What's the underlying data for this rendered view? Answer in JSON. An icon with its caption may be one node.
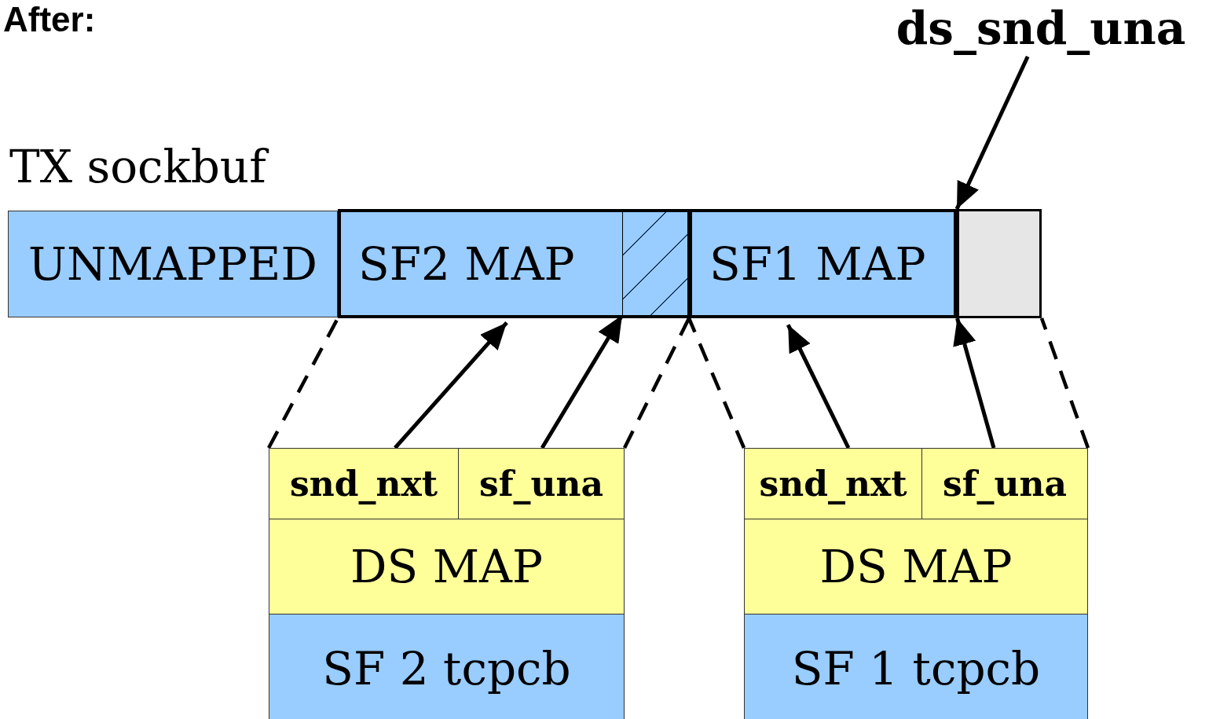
{
  "diagram": {
    "title": "After:",
    "nodes": [
      {
        "text": [
          "UNMAPPED"
        ]
      },
      {
        "text": [
          "SF2 MAP"
        ]
      },
      {
        "text": [],
        "shape": "box",
        "in": 1
      },
      {
        "text": [
          "SF1 MAP"
        ]
      },
      {
        "text": [],
        "shape": "box"
      },
      {
        "text": [
          "ds_snd_una"
        ]
      },
      {
        "text": [
          "snd_nxt"
        ]
      },
      {
        "text": [
          "sf_una"
        ]
      },
      {
        "text": [
          "DS MAP"
        ]
      },
      {
        "text": [
          "SF 2 tcpcb"
        ]
      },
      {
        "text": [
          "snd_nxt"
        ]
      },
      {
        "text": [
          "sf_una"
        ]
      },
      {
        "text": [
          "DS MAP"
        ]
      },
      {
        "text": [
          "SF 1 tcpcb"
        ]
      }
    ],
    "edges": [
      {
        "from": 5,
        "to": 4,
        "arrow": "to"
      },
      {
        "from": 6,
        "to": 1,
        "arrow": "none",
        "style": "dashed"
      },
      {
        "from": 6,
        "to": 1,
        "arrow": "to"
      },
      {
        "from": 7,
        "to": 2,
        "arrow": "to"
      },
      {
        "from": 7,
        "to": 1,
        "arrow": "none",
        "style": "dashed"
      },
      {
        "from": 10,
        "to": 3,
        "arrow": "none",
        "style": "dashed"
      },
      {
        "from": 10,
        "to": 3,
        "arrow": "to"
      },
      {
        "from": 11,
        "to": 4,
        "arrow": "to"
      },
      {
        "from": 11,
        "to": 4,
        "arrow": "none",
        "style": "dashed"
      }
    ],
    "labels": [
      "TX sockbuf"
    ]
  }
}
